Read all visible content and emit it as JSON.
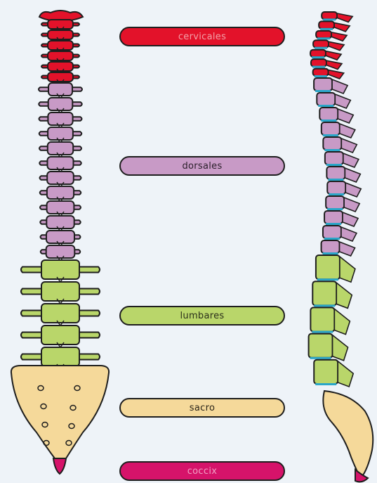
{
  "labels": {
    "cervicales": "cervicales",
    "dorsales": "dorsales",
    "lumbares": "lumbares",
    "sacro": "sacro",
    "coccix": "coccix"
  },
  "colors": {
    "cervical": "#e3122a",
    "thoracic": "#c89ac6",
    "lumbar": "#b9d66a",
    "sacrum": "#f5d99a",
    "coccyx": "#d6136a",
    "disc": "#2aa6c8",
    "outline": "#1e1e1e",
    "background": "#eef3f8"
  }
}
